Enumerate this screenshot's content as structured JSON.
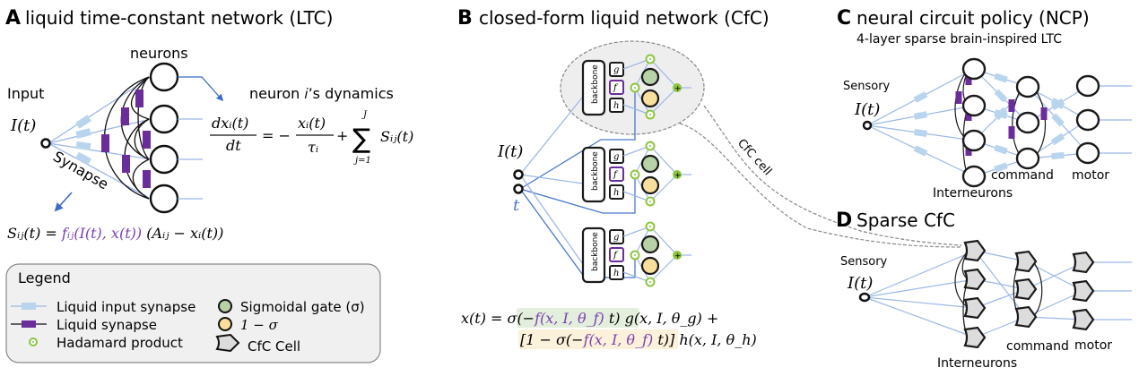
{
  "colors": {
    "ink": "#1a1a1a",
    "input_synapse": "#b9d5ee",
    "wire": "#9cb8e6",
    "wire_dark": "#4a78cc",
    "liquid_synapse": "#6b2d9a",
    "purple_text": "#7b3fb0",
    "hadamard": "#8cc63f",
    "gate_green": "#b7d3a5",
    "gate_yellow": "#f9df9c",
    "legend_bg": "#f0f0f0",
    "cell_bg": "#dcdcdc",
    "bubble_bg": "#eeeeee",
    "eq_green_bg": "#e3efdc",
    "eq_yellow_bg": "#fcf1da",
    "arrow": "#3a6cc8"
  },
  "panelA": {
    "letter": "A",
    "title": "liquid time-constant network (LTC)",
    "neurons_label": "neurons",
    "input_label": "Input",
    "input_symbol": "I(t)",
    "synapse_label": "Synapse",
    "dynamics_label": "neuron 𝑖’s dynamics",
    "eq_lhs_num": "dxᵢ(t)",
    "eq_lhs_den": "dt",
    "eq_eq_minus": "= −",
    "eq_rhs_num": "xᵢ(t)",
    "eq_rhs_den": "τᵢ",
    "eq_plus": "+",
    "eq_sum": "∑",
    "eq_sum_top": "J",
    "eq_sum_bottom": "j=1",
    "eq_sum_term": "Sᵢⱼ(t)",
    "syn_eq_left": "Sᵢⱼ(t) = ",
    "syn_eq_purple": "fᵢⱼ(I(t), x(t))",
    "syn_eq_right": " (Aᵢⱼ − xᵢ(t))"
  },
  "legend": {
    "title": "Legend",
    "items": [
      {
        "icon": "input-synapse-icon",
        "label": "Liquid input synapse"
      },
      {
        "icon": "liquid-synapse-icon",
        "label": "Liquid synapse"
      },
      {
        "icon": "hadamard-icon",
        "label": "Hadamard product"
      },
      {
        "icon": "sigmoid-gate-icon",
        "label": "Sigmoidal gate (σ)"
      },
      {
        "icon": "one-minus-sigma-icon",
        "label": "1 − σ"
      },
      {
        "icon": "cfc-cell-icon",
        "label": "CfC Cell"
      }
    ]
  },
  "panelB": {
    "letter": "B",
    "title": "closed-form liquid network (CfC)",
    "input_symbol": "I(t)",
    "time_symbol": "t",
    "backbone_label": "backbone",
    "heads": [
      "g",
      "f",
      "h"
    ],
    "sum_symbol": "+",
    "cfc_cell_label": "CfC cell",
    "eq_line1_lhs": "x(t) = ",
    "eq_line1_green_a": "σ(−",
    "eq_line1_green_purple": "f(x, I, θ_f)",
    "eq_line1_green_b": " t)",
    "eq_line1_rest": " g(x, I, θ_g) +",
    "eq_line2_yellow_a": "[1 − σ(−",
    "eq_line2_yellow_purple": "f(x, I, θ_f)",
    "eq_line2_yellow_b": " t)]",
    "eq_line2_rest": " h(x, I, θ_h)"
  },
  "panelC": {
    "letter": "C",
    "title": "neural circuit policy (NCP)",
    "subtitle": "4-layer sparse brain-inspired LTC",
    "sensory_label": "Sensory",
    "input_symbol": "I(t)",
    "inter_label": "Interneurons",
    "command_label": "command",
    "motor_label": "motor"
  },
  "panelD": {
    "letter": "D",
    "title": "Sparse CfC",
    "sensory_label": "Sensory",
    "input_symbol": "I(t)",
    "inter_label": "Interneurons",
    "command_label": "command",
    "motor_label": "motor"
  }
}
